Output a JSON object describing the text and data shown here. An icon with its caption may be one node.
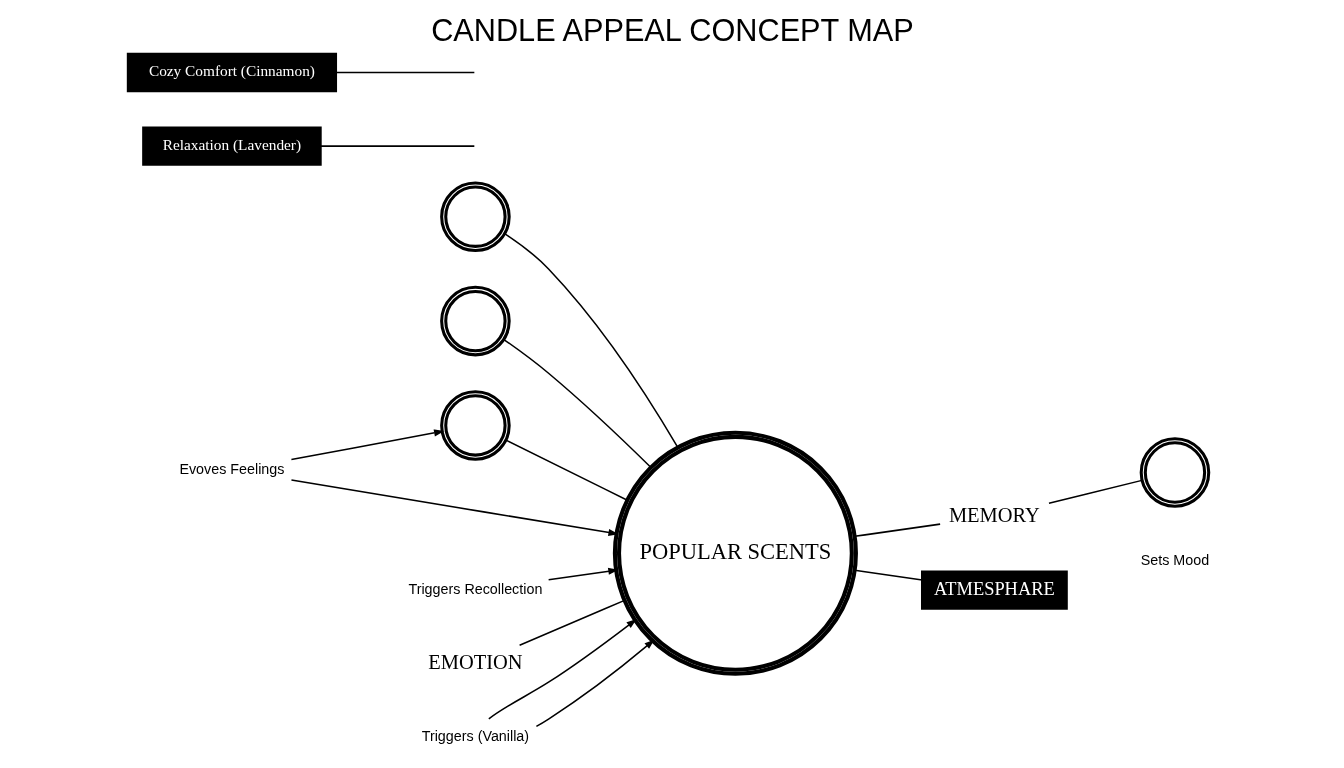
{
  "diagram": {
    "title": "CANDLE APPEAL CONCEPT MAP",
    "nodes": [
      {
        "text": [],
        "shape": "circle"
      },
      {
        "text": [],
        "shape": "circle"
      },
      {
        "text": [
          "Evoves Feelings"
        ]
      },
      {
        "text": [
          "Triggers Recollection"
        ]
      },
      {
        "text": [],
        "shape": "circle"
      },
      {
        "text": [
          "POPULAR SCENTS"
        ]
      },
      {
        "text": [
          "MEMORY"
        ]
      },
      {
        "text": [],
        "shape": "circle"
      },
      {
        "text": [
          "EMOTION"
        ]
      },
      {
        "text": [
          "Triggers (Vanilla)"
        ]
      },
      {
        "text": [
          "ATMESPHARE"
        ]
      },
      {
        "text": [
          "Relaxation (Lavender)"
        ]
      },
      {
        "text": [
          "Cozy Comfort (Cinnamon)"
        ]
      }
    ],
    "edges": [
      {
        "from": 0,
        "to": 5,
        "arrow": "none"
      },
      {
        "from": 1,
        "to": 5,
        "arrow": "none"
      },
      {
        "from": 2,
        "to": 4,
        "arrow": "to"
      },
      {
        "from": 2,
        "to": 5,
        "arrow": "to"
      },
      {
        "from": 3,
        "to": 5,
        "arrow": "to"
      },
      {
        "from": 4,
        "to": 5,
        "arrow": "none"
      },
      {
        "from": 5,
        "to": 6,
        "arrow": "none"
      },
      {
        "from": 6,
        "to": 7,
        "arrow": "none"
      },
      {
        "from": 8,
        "to": 5,
        "arrow": "none"
      },
      {
        "from": 9,
        "to": 5,
        "arrow": "to"
      },
      {
        "from": 9,
        "to": 5,
        "arrow": "to"
      },
      {
        "from": 5,
        "to": 10,
        "arrow": "none"
      },
      {
        "from": 11,
        "to": null,
        "arrow": "none"
      },
      {
        "from": 12,
        "to": null,
        "arrow": "none"
      }
    ],
    "labels": [
      "Sets Mood"
    ]
  }
}
